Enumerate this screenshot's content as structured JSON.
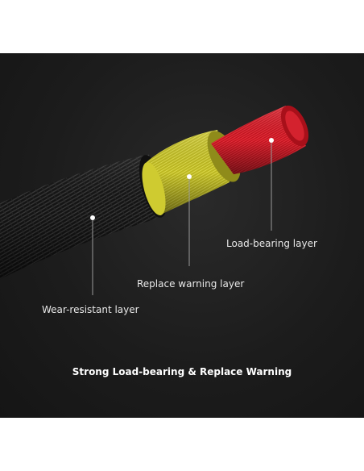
{
  "labels": {
    "load_bearing": "Load-bearing layer",
    "replace_warning": "Replace warning layer",
    "wear_resistant": "Wear-resistant layer"
  },
  "caption": "Strong Load-bearing & Replace Warning",
  "colors": {
    "background": "#1c1c1c",
    "outer_layer": "#151515",
    "middle_layer": "#c8c42c",
    "inner_layer": "#d61a26",
    "text": "#e8e8e8"
  }
}
